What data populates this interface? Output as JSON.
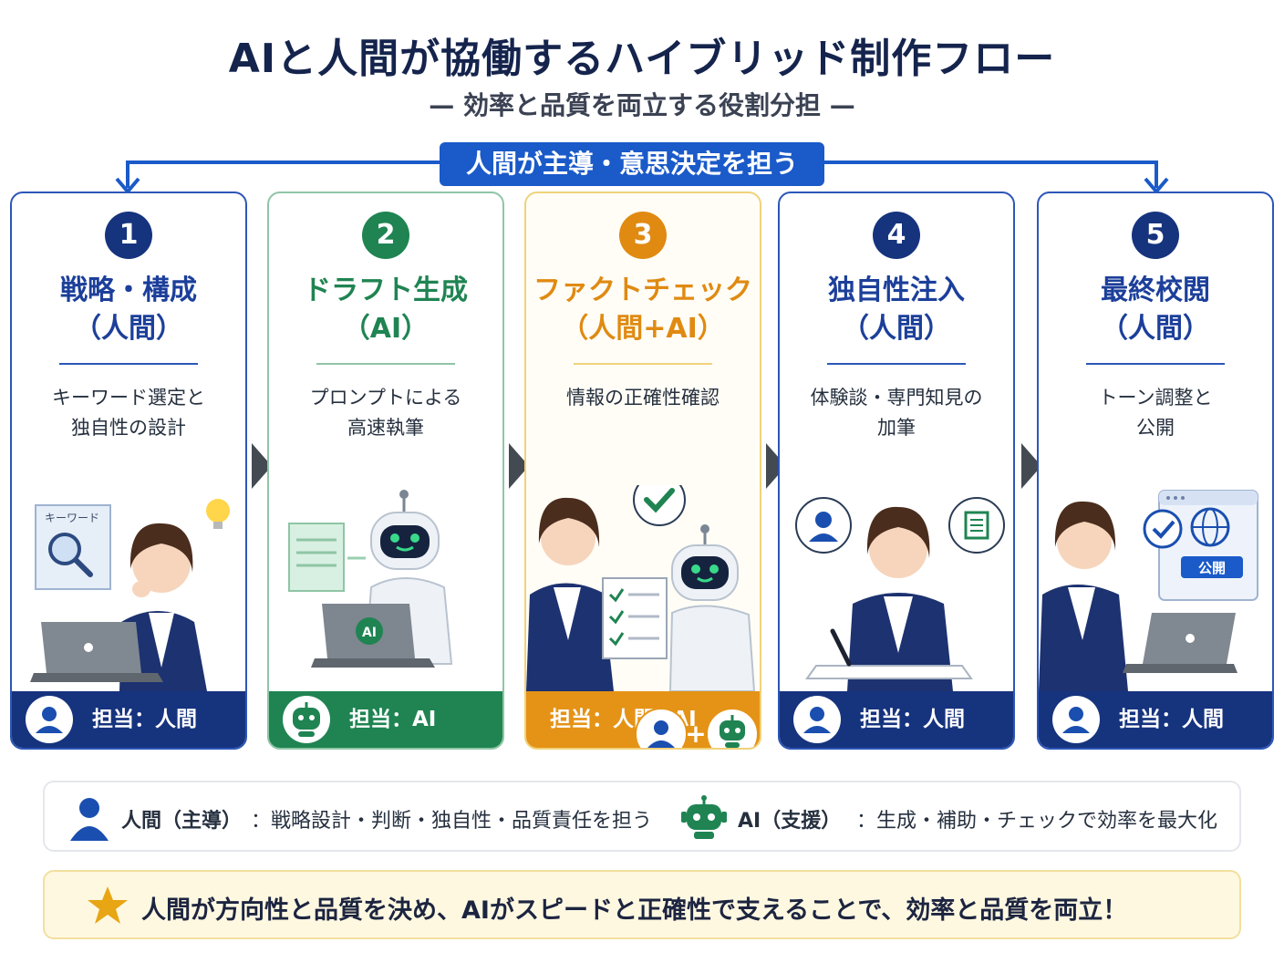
{
  "title": "AIと人間が協働するハイブリッド制作フロー",
  "subtitle": "— 効率と品質を両立する役割分担 —",
  "banner": "人間が主導・意思決定を担う",
  "colors": {
    "navy": "#16337e",
    "green": "#1f8452",
    "orange": "#e08a12",
    "blue": "#1a5ac9"
  },
  "steps": [
    {
      "num": "1",
      "title_line1": "戦略・構成",
      "title_line2": "（人間）",
      "desc_line1": "キーワード選定と",
      "desc_line2": "独自性の設計",
      "footer": "担当：人間",
      "illus_label": "キーワード",
      "owner_icon": "person-icon"
    },
    {
      "num": "2",
      "title_line1": "ドラフト生成",
      "title_line2": "（AI）",
      "desc_line1": "プロンプトによる",
      "desc_line2": "高速執筆",
      "footer": "担当：AI",
      "illus_label": "AI",
      "owner_icon": "robot-icon"
    },
    {
      "num": "3",
      "title_line1": "ファクトチェック",
      "title_line2": "（人間+AI）",
      "desc_line1": "情報の正確性確認",
      "desc_line2": "",
      "footer": "担当：人間+AI",
      "owner_icon": "person-plus-robot-icon"
    },
    {
      "num": "4",
      "title_line1": "独自性注入",
      "title_line2": "（人間）",
      "desc_line1": "体験談・専門知見の",
      "desc_line2": "加筆",
      "footer": "担当：人間",
      "owner_icon": "person-icon"
    },
    {
      "num": "5",
      "title_line1": "最終校閲",
      "title_line2": "（人間）",
      "desc_line1": "トーン調整と",
      "desc_line2": "公開",
      "footer": "担当：人間",
      "illus_label": "公開",
      "owner_icon": "person-icon"
    }
  ],
  "legend": {
    "human_label": "人間（主導）",
    "human_text": "：戦略設計・判断・独自性・品質責任を担う",
    "ai_label": "AI（支援）",
    "ai_text": "：生成・補助・チェックで効率を最大化"
  },
  "summary": "人間が方向性と品質を決め、AIがスピードと正確性で支えることで、効率と品質を両立！"
}
